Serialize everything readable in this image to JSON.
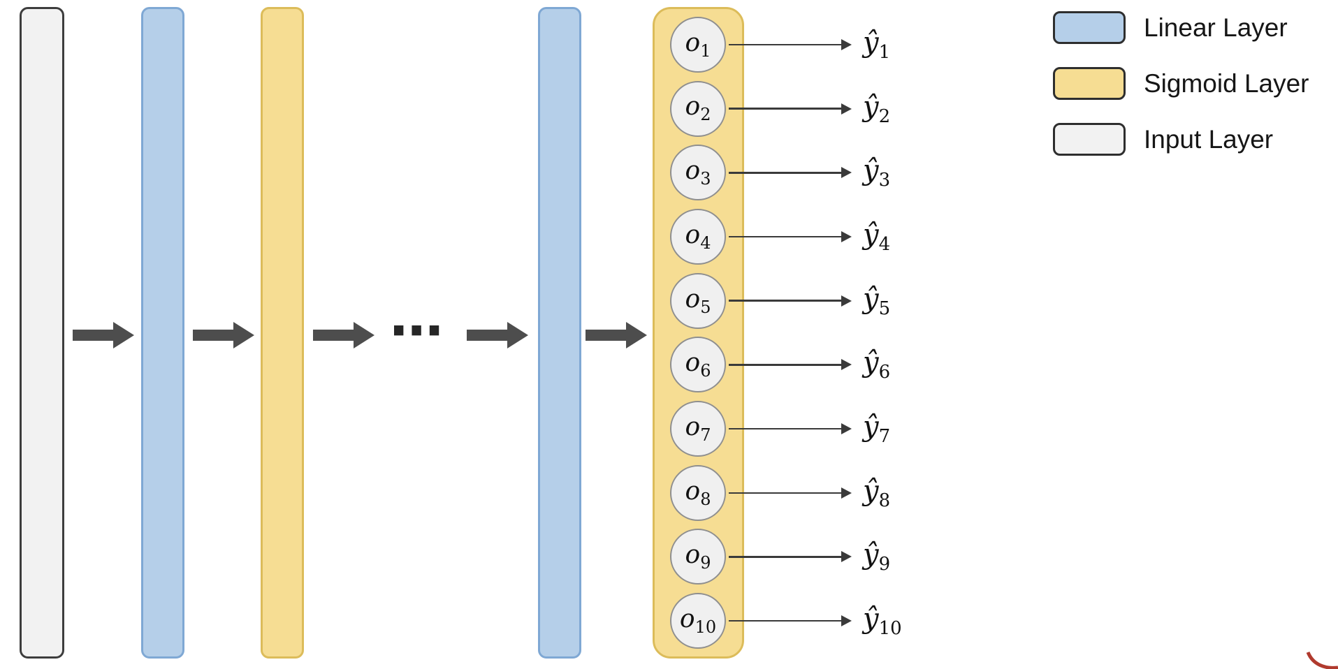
{
  "legend": {
    "items": [
      {
        "label": "Linear Layer",
        "swatch_color": "#b5cfe9"
      },
      {
        "label": "Sigmoid Layer",
        "swatch_color": "#f6dd93"
      },
      {
        "label": "Input Layer",
        "swatch_color": "#f2f2f2"
      }
    ]
  },
  "diagram": {
    "ellipsis": "⋯",
    "colors": {
      "linear_layer": "#b5cfe9",
      "sigmoid_layer": "#f6dd93",
      "input_layer": "#f2f2f2",
      "arrow": "#4d4d4d"
    },
    "output_nodes": [
      {
        "node_base": "o",
        "node_sub": "1",
        "output_base": "ŷ",
        "output_sub": "1"
      },
      {
        "node_base": "o",
        "node_sub": "2",
        "output_base": "ŷ",
        "output_sub": "2"
      },
      {
        "node_base": "o",
        "node_sub": "3",
        "output_base": "ŷ",
        "output_sub": "3"
      },
      {
        "node_base": "o",
        "node_sub": "4",
        "output_base": "ŷ",
        "output_sub": "4"
      },
      {
        "node_base": "o",
        "node_sub": "5",
        "output_base": "ŷ",
        "output_sub": "5"
      },
      {
        "node_base": "o",
        "node_sub": "6",
        "output_base": "ŷ",
        "output_sub": "6"
      },
      {
        "node_base": "o",
        "node_sub": "7",
        "output_base": "ŷ",
        "output_sub": "7"
      },
      {
        "node_base": "o",
        "node_sub": "8",
        "output_base": "ŷ",
        "output_sub": "8"
      },
      {
        "node_base": "o",
        "node_sub": "9",
        "output_base": "ŷ",
        "output_sub": "9"
      },
      {
        "node_base": "o",
        "node_sub": "10",
        "output_base": "ŷ",
        "output_sub": "10"
      }
    ]
  }
}
